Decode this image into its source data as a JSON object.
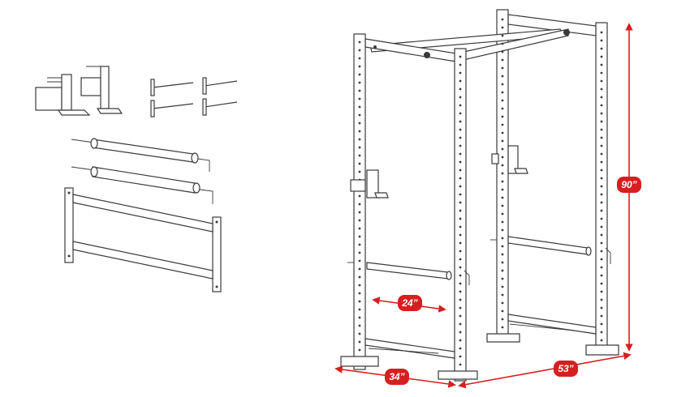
{
  "dimensions": {
    "height": "90”",
    "width": "24”",
    "depth_front": "34”",
    "depth_side": "53”"
  },
  "colors": {
    "dimension_red": "#d61f1f",
    "line_art": "#3a3a3a",
    "background": "#ffffff"
  },
  "icons": [
    "j-hook-pair",
    "band-peg-set",
    "safety-spotter-bars",
    "pull-up-bar-frame",
    "power-rack"
  ]
}
